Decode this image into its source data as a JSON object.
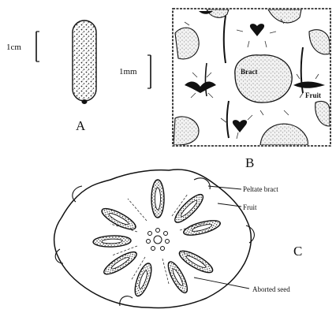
{
  "figure": {
    "panel_a": {
      "scale_label": "1cm",
      "letter": "A"
    },
    "panel_b": {
      "scale_label": "1mm",
      "letter": "B",
      "bract_label": "Bract",
      "fruit_label": "Fruit"
    },
    "panel_c": {
      "letter": "C",
      "callouts": {
        "peltate_bract": "Peltate bract",
        "fruit": "Fruit",
        "aborted_seed": "Aborted seed"
      }
    }
  }
}
